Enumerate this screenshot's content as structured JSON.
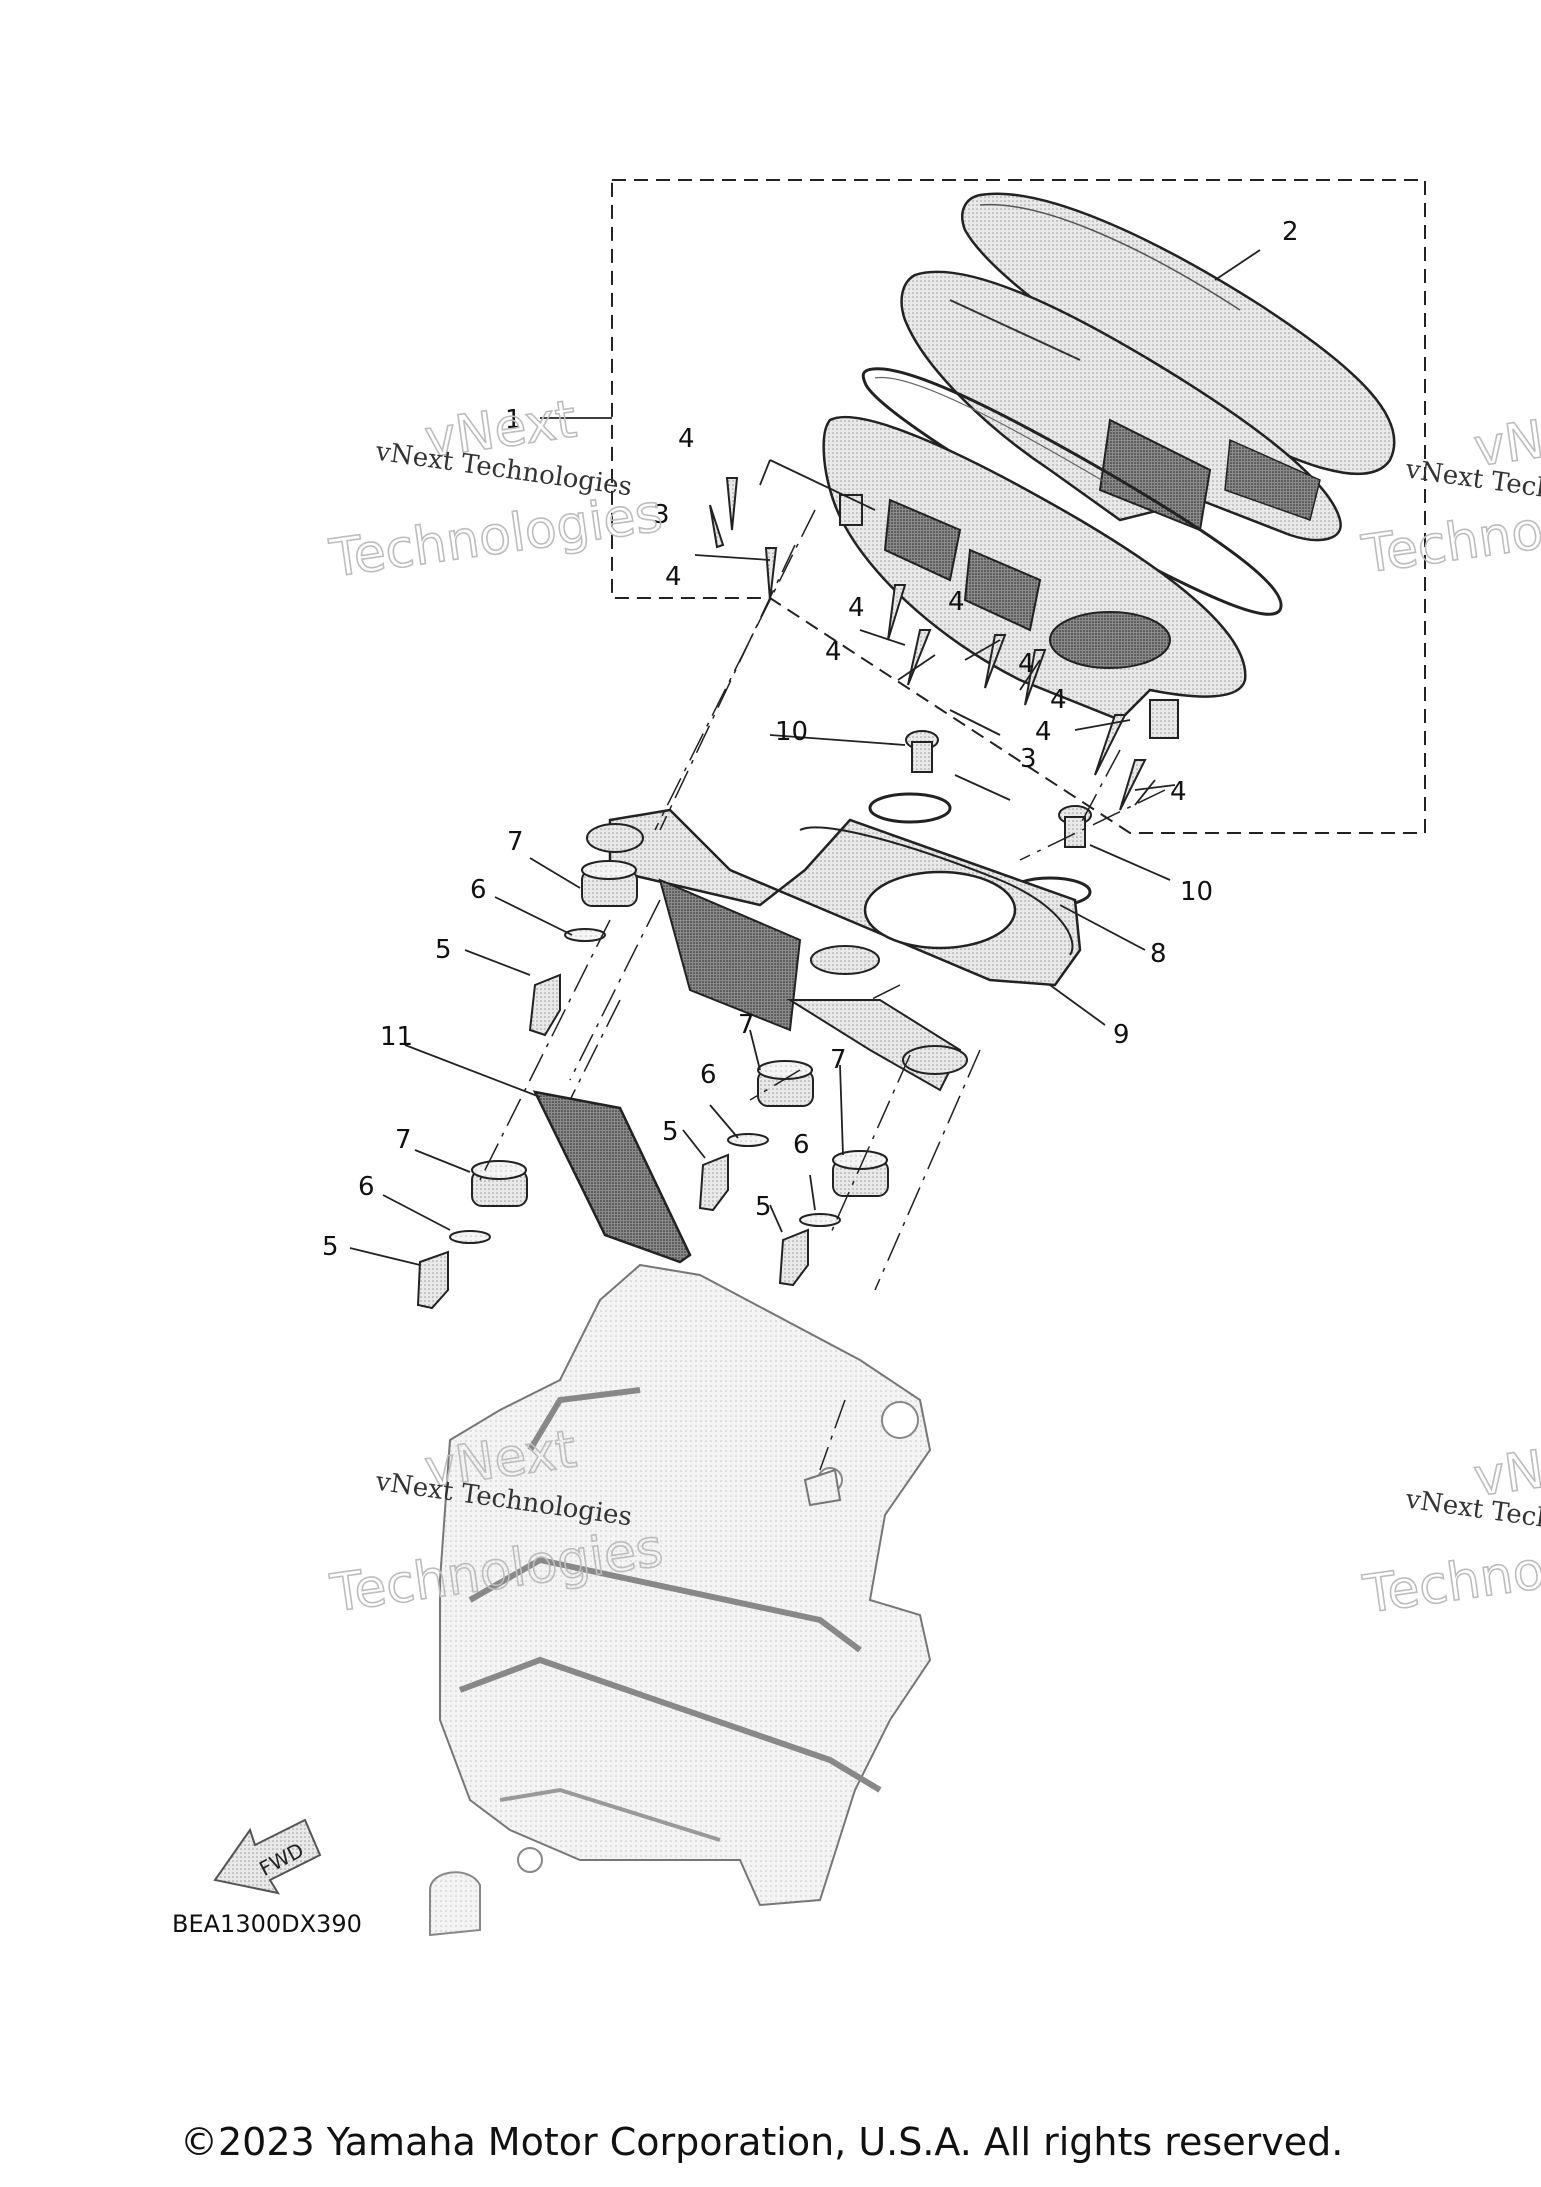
{
  "diagram": {
    "code": "BEA1300DX390",
    "fwd_label": "FWD",
    "callouts": {
      "c1": "1",
      "c2": "2",
      "c3a": "3",
      "c3b": "3",
      "c4a": "4",
      "c4b": "4",
      "c4c": "4",
      "c4d": "4",
      "c4e": "4",
      "c4f": "4",
      "c4g": "4",
      "c4h": "4",
      "c4i": "4",
      "c5a": "5",
      "c5b": "5",
      "c5c": "5",
      "c5d": "5",
      "c6a": "6",
      "c6b": "6",
      "c6c": "6",
      "c6d": "6",
      "c7a": "7",
      "c7b": "7",
      "c7c": "7",
      "c7d": "7",
      "c8": "8",
      "c9": "9",
      "c10a": "10",
      "c10b": "10",
      "c11": "11"
    }
  },
  "watermark": {
    "line1": "vNext",
    "line2": "Technologies",
    "small": "vNext Technologies"
  },
  "footer": {
    "copyright": "©2023 Yamaha Motor Corporation, U.S.A. All rights reserved."
  }
}
